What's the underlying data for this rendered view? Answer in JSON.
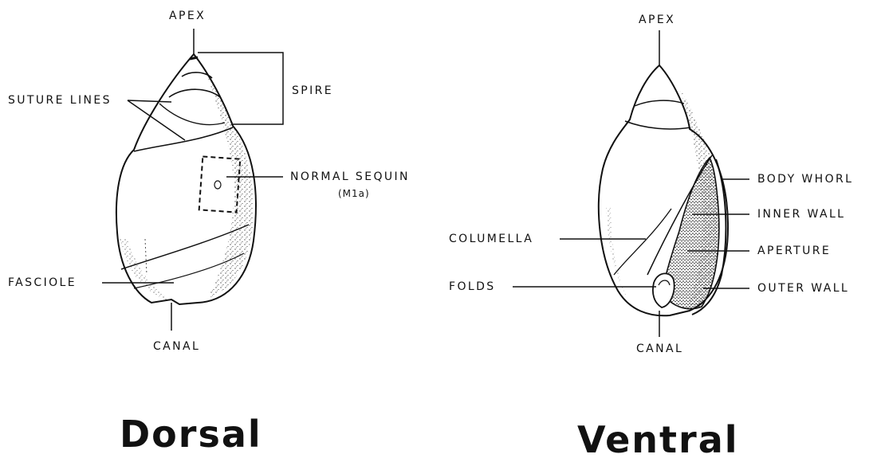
{
  "dorsal": {
    "title": "Dorsal",
    "labels": {
      "apex": "APEX",
      "suture_lines": "SUTURE LINES",
      "spire": "SPIRE",
      "normal_sequin": "NORMAL SEQUIN",
      "normal_sequin_code": "(M1a)",
      "fasciole": "FASCIOLE",
      "canal": "CANAL"
    }
  },
  "ventral": {
    "title": "Ventral",
    "labels": {
      "apex": "APEX",
      "body_whorl": "BODY WHORL",
      "inner_wall": "INNER WALL",
      "columella": "COLUMELLA",
      "aperture": "APERTURE",
      "folds": "FOLDS",
      "outer_wall": "OUTER WALL",
      "canal": "CANAL"
    }
  }
}
